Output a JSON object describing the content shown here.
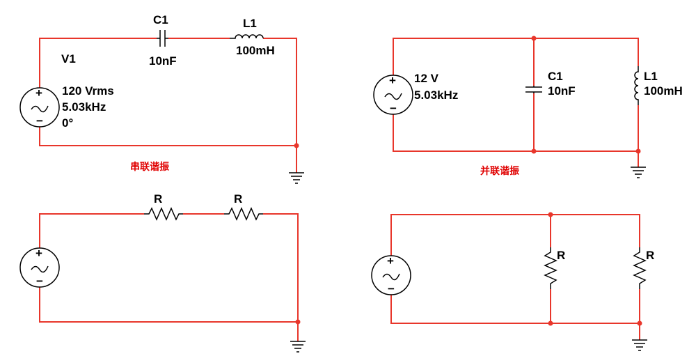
{
  "series_resonance": {
    "caption": "串联谐振",
    "source": {
      "name": "V1",
      "voltage": "120 Vrms",
      "frequency": "5.03kHz",
      "phase": "0°"
    },
    "capacitor": {
      "name": "C1",
      "value": "10nF"
    },
    "inductor": {
      "name": "L1",
      "value": "100mH"
    }
  },
  "parallel_resonance": {
    "caption": "并联谐振",
    "source": {
      "voltage": "12 V",
      "frequency": "5.03kHz"
    },
    "capacitor": {
      "name": "C1",
      "value": "10nF"
    },
    "inductor": {
      "name": "L1",
      "value": "100mH"
    }
  },
  "series_resistors": {
    "r1": {
      "name": "R"
    },
    "r2": {
      "name": "R"
    }
  },
  "parallel_resistors": {
    "r1": {
      "name": "R"
    },
    "r2": {
      "name": "R"
    }
  },
  "source_symbols": {
    "plus": "+",
    "minus": "−",
    "tilde": "~"
  }
}
